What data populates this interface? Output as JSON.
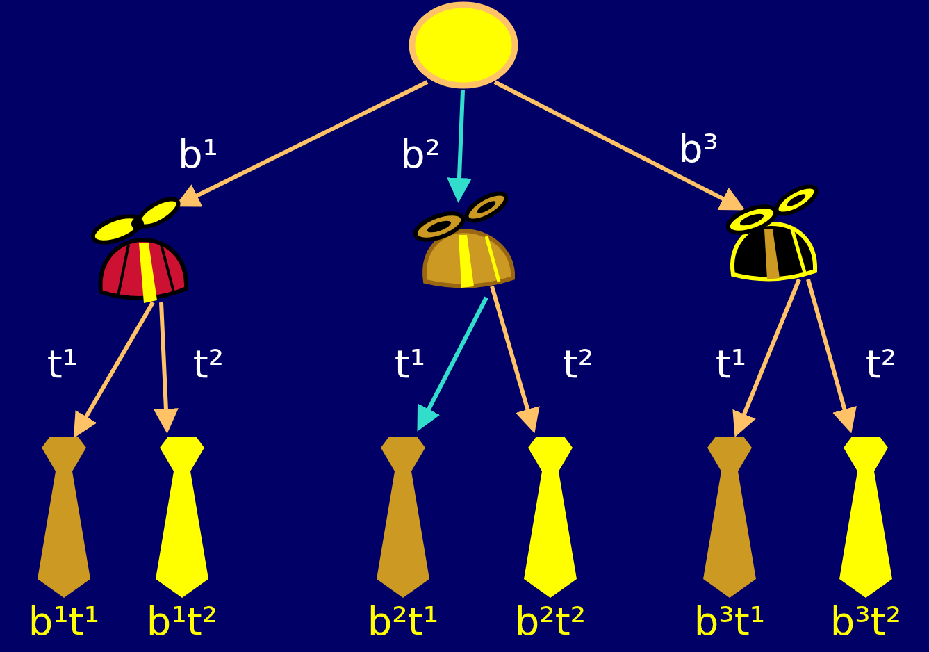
{
  "diagram": {
    "nodes": [
      {
        "text": [
          "b¹t¹"
        ]
      },
      {
        "text": [
          "b¹t²"
        ]
      },
      {
        "text": [
          "b²t¹"
        ]
      },
      {
        "text": [
          "b²t²"
        ]
      },
      {
        "text": [
          "b³t¹"
        ]
      },
      {
        "text": [
          "b³t²"
        ]
      }
    ],
    "labels": [
      "b¹",
      "b²",
      "b³",
      "t¹",
      "t²",
      "t¹",
      "t²",
      "t¹",
      "t²"
    ]
  }
}
